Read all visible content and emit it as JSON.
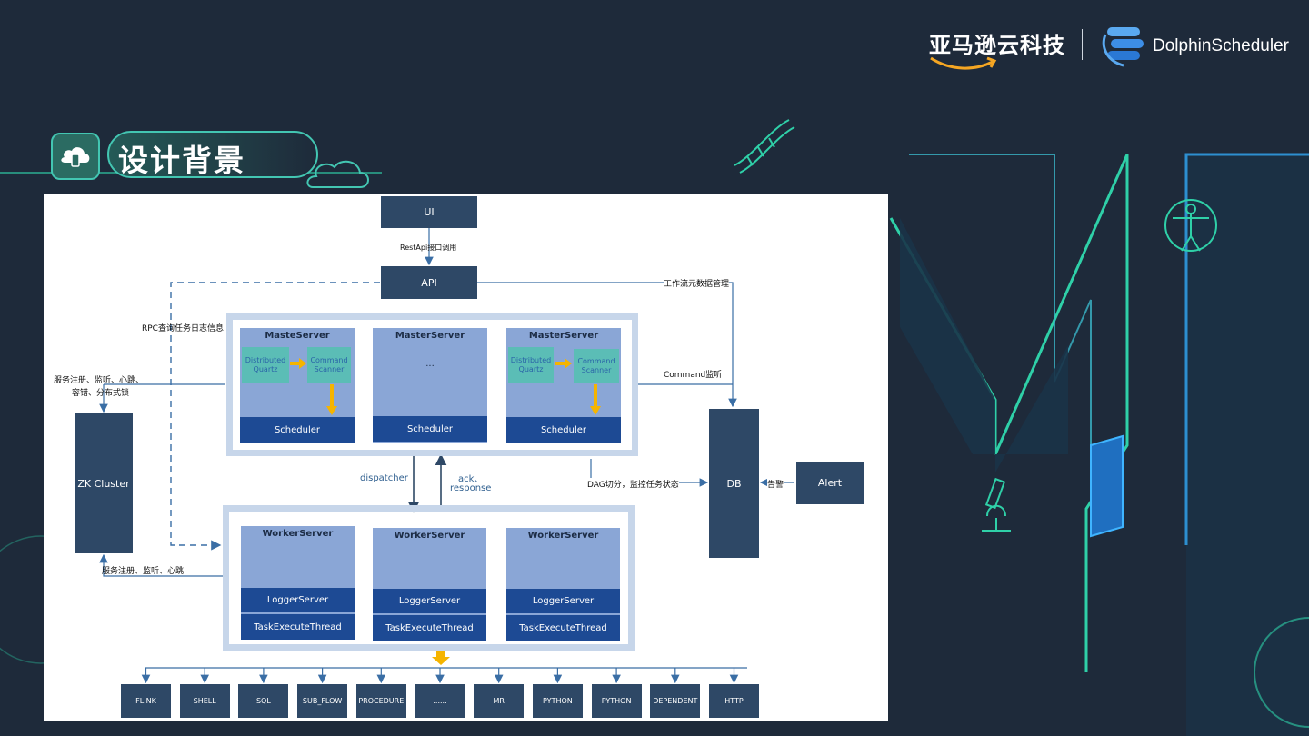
{
  "header": {
    "brand_cn": "亚马逊云科技",
    "brand_ds": "DolphinScheduler",
    "section_title": "设计背景"
  },
  "diagram": {
    "ui": "UI",
    "api": "API",
    "edge_rest": "RestApi接口调用",
    "edge_workflow": "工作流元数据管理",
    "edge_rpc": "RPC查询任务日志信息",
    "edge_zk_master_line1": "服务注册、监听、心跳、",
    "edge_zk_master_line2": "容错、分布式锁",
    "edge_zk_worker": "服务注册、监听、心跳",
    "edge_command": "Command监听",
    "edge_dag": "DAG切分，监控任务状态",
    "edge_alert": "告警",
    "edge_dispatcher": "dispatcher",
    "edge_ack_line1": "ack、",
    "edge_ack_line2": "response",
    "zk": "ZK Cluster",
    "db": "DB",
    "alert": "Alert",
    "masters": [
      {
        "title": "MasteServer",
        "quartz": "Distributed Quartz",
        "scanner": "Command Scanner",
        "band": "Scheduler"
      },
      {
        "title": "MasterServer",
        "dots": "...",
        "band": "Scheduler"
      },
      {
        "title": "MasterServer",
        "quartz": "Distributed Quartz",
        "scanner": "Command Scanner",
        "band": "Scheduler"
      }
    ],
    "workers": [
      {
        "title": "WorkerServer",
        "logger": "LoggerServer",
        "thread": "TaskExecuteThread"
      },
      {
        "title": "WorkerServer",
        "logger": "LoggerServer",
        "thread": "TaskExecuteThread"
      },
      {
        "title": "WorkerServer",
        "logger": "LoggerServer",
        "thread": "TaskExecuteThread"
      }
    ],
    "task_types": [
      "FLINK",
      "SHELL",
      "SQL",
      "SUB_FLOW",
      "PROCEDURE",
      "......",
      "MR",
      "PYTHON",
      "PYTHON",
      "DEPENDENT",
      "HTTP"
    ]
  },
  "colors": {
    "background": "#1e2a3a",
    "accent": "#43c6b2",
    "box_dark": "#2e4866",
    "server_fill": "#8aa6d6",
    "band_blue": "#1d4a94",
    "arrow_yellow": "#f5b400"
  }
}
